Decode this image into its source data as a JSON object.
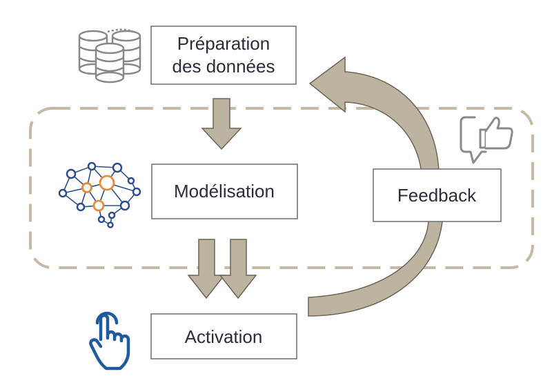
{
  "boxes": {
    "preparation": {
      "line1": "Préparation",
      "line2": "des données"
    },
    "modelisation": {
      "label": "Modélisation"
    },
    "activation": {
      "label": "Activation"
    },
    "feedback": {
      "label": "Feedback"
    }
  },
  "icons": {
    "preparation": "database-icon",
    "modelisation": "neural-network-icon",
    "activation": "hand-pointer-icon",
    "feedback": "thumbs-up-chat-icon"
  },
  "colors": {
    "arrow_fill": "#bdb3a1",
    "arrow_stroke": "#6e6355",
    "dashed_border": "#c5b9a6",
    "box_border": "#6b6b73",
    "text": "#2b2d3d",
    "network_blue": "#2c4d8c",
    "network_orange": "#e8893a",
    "hand_blue": "#1f5a9c",
    "database_gray": "#888888",
    "feedback_icon_gray": "#8a8a8a"
  }
}
